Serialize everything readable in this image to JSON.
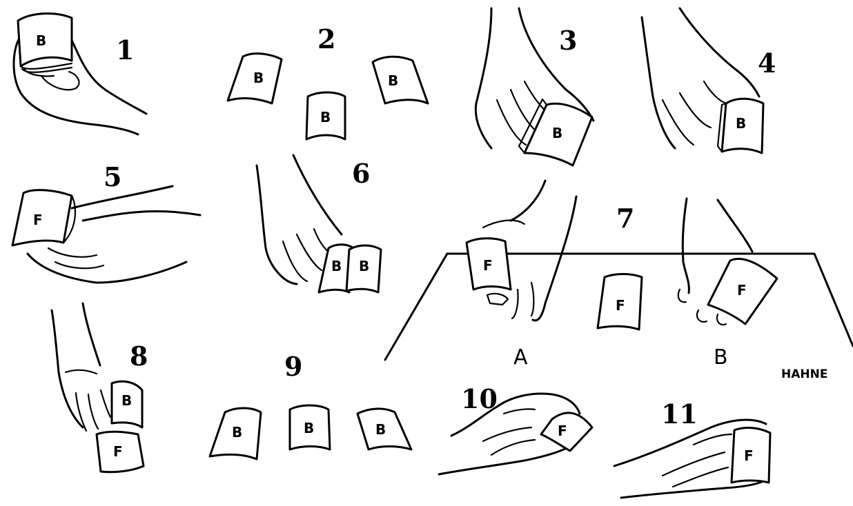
{
  "figures": [
    {
      "number": "1"
    },
    {
      "number": "2"
    },
    {
      "number": "3"
    },
    {
      "number": "4"
    },
    {
      "number": "5"
    },
    {
      "number": "6"
    },
    {
      "number": "7"
    },
    {
      "number": "8"
    },
    {
      "number": "9"
    },
    {
      "number": "10"
    },
    {
      "number": "11"
    }
  ],
  "card_marks": {
    "back": "B",
    "face": "F"
  },
  "table_labels": {
    "left": "A",
    "right": "B"
  },
  "signature": "HAHNE"
}
